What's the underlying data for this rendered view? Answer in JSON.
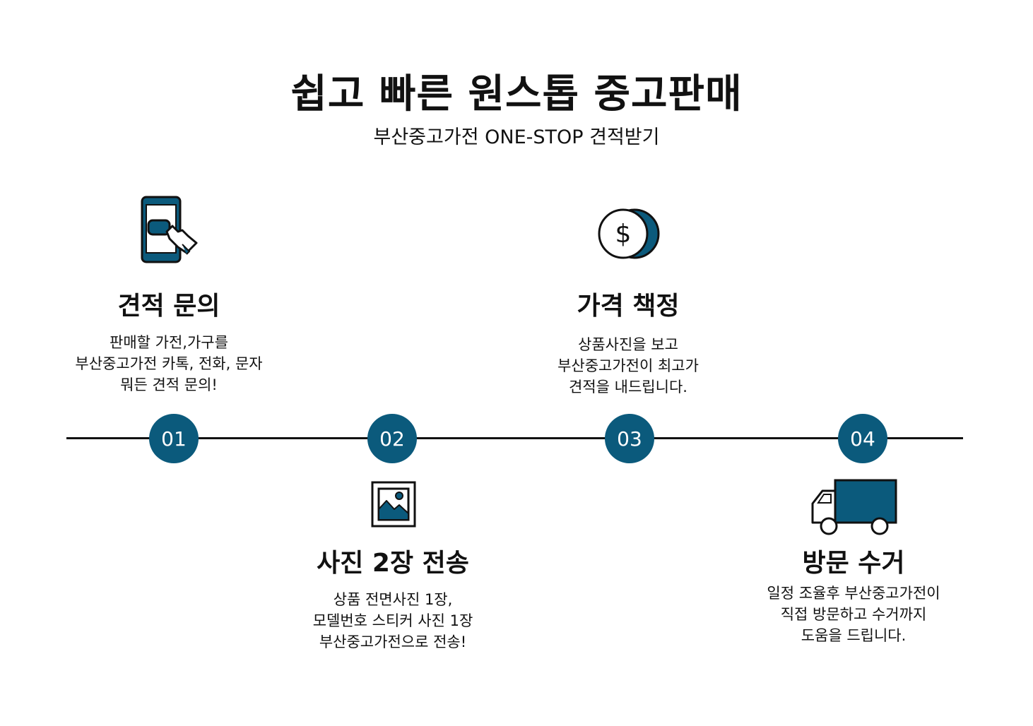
{
  "header": {
    "title": "쉽고 빠른 원스톱 중고판매",
    "subtitle": "부산중고가전 ONE-STOP 견적받기"
  },
  "colors": {
    "accent": "#0b5a7c",
    "text": "#111111",
    "background": "#ffffff"
  },
  "steps": [
    {
      "number": "01",
      "icon": "phone-touch-icon",
      "title": "견적 문의",
      "lines": [
        "판매할 가전,가구를",
        "부산중고가전 카톡, 전화, 문자",
        "뭐든 견적 문의!"
      ]
    },
    {
      "number": "02",
      "icon": "photo-icon",
      "title": "사진 2장 전송",
      "lines": [
        "상품 전면사진 1장,",
        "모델번호 스티커 사진 1장",
        "부산중고가전으로 전송!"
      ]
    },
    {
      "number": "03",
      "icon": "coin-dollar-icon",
      "title": "가격 책정",
      "lines": [
        "상품사진을 보고",
        "부산중고가전이 최고가",
        "견적을 내드립니다."
      ]
    },
    {
      "number": "04",
      "icon": "truck-icon",
      "title": "방문 수거",
      "lines": [
        "일정 조율후 부산중고가전이",
        "직접 방문하고 수거까지",
        "도움을 드립니다."
      ]
    }
  ]
}
